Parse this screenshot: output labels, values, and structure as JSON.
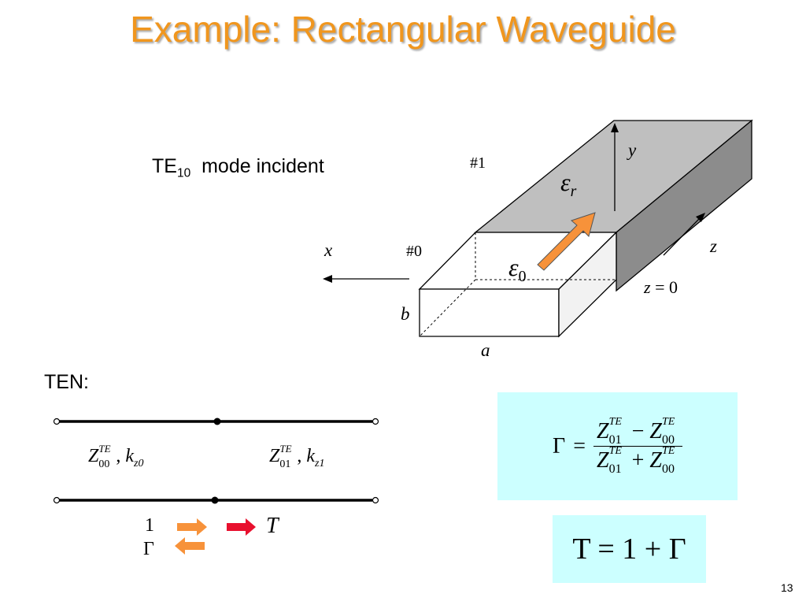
{
  "slide": {
    "title": "Example: Rectangular Waveguide",
    "page_number": "13"
  },
  "mode_text": {
    "te": "TE",
    "te_sub": "10",
    "rest": "mode incident"
  },
  "diagram": {
    "port1": "#1",
    "port0": "#0",
    "axis_x": "x",
    "axis_y": "y",
    "axis_z": "z",
    "dim_a": "a",
    "dim_b": "b",
    "eps_r_base": "ε",
    "eps_r_sub": "r",
    "eps_0_base": "ε",
    "eps_0_sub": "0",
    "z_eq_lhs": "z",
    "z_eq_rhs": "= 0",
    "colors": {
      "filled": "#bfbfbf",
      "side": "#8c8c8c",
      "arrow": "#f7923a"
    }
  },
  "ten": {
    "label": "TEN:",
    "left_Z": "Z",
    "left_sup": "TE",
    "left_sub": "00",
    "left_k": "k",
    "left_ksub": "z0",
    "right_Z": "Z",
    "right_sup": "TE",
    "right_sub": "01",
    "right_k": "k",
    "right_ksub": "z1",
    "incident": "1",
    "reflected": "Γ",
    "transmitted": "T",
    "colors": {
      "orange_arrow": "#f7923a",
      "red_arrow": "#e8102e"
    }
  },
  "gamma_eq": {
    "lhs": "Γ",
    "eq": "=",
    "Z": "Z",
    "sup": "TE",
    "sub01": "01",
    "sub00": "00",
    "minus": "−",
    "plus": "+"
  },
  "t_eq": {
    "text": "T = 1 + Γ"
  },
  "colors": {
    "title": "#f0961e",
    "box_bg": "#ccffff"
  }
}
